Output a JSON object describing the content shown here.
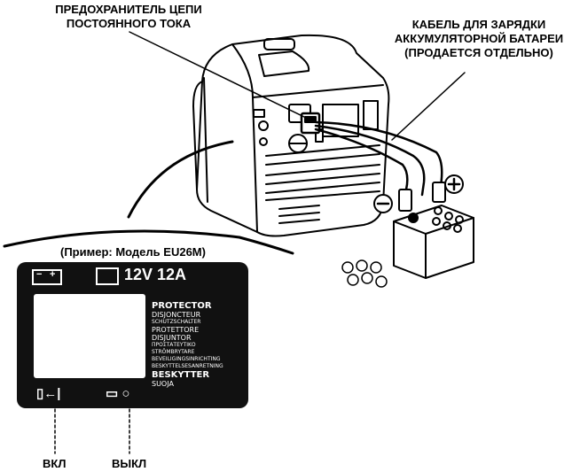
{
  "labels": {
    "dc_fuse": [
      "ПРЕДОХРАНИТЕЛЬ ЦЕПИ",
      "ПОСТОЯННОГО ТОКА"
    ],
    "charging_cable": [
      "КАБЕЛЬ ДЛЯ ЗАРЯДКИ",
      "АККУМУЛЯТОРНОЙ БАТАРЕИ",
      "(ПРОДАЕТСЯ ОТДЕЛЬНО)"
    ],
    "example_model": "(Пример: Модель EU26M)",
    "on": "ВКЛ",
    "off": "ВЫКЛ",
    "minus": "−",
    "plus": "+"
  },
  "panel": {
    "rating": "12V 12A",
    "protector_lines": [
      "PROTECTOR",
      "DISJONCTEUR",
      "SCHUTZSCHALTER",
      "PROTETTORE",
      "DISJUNTOR",
      "ΠΡΟΣΤΑΤΕΥΤΙΚΟ",
      "STRÖMBRYTARE",
      "BEVEILIGINGSINRICHTING",
      "BESKYTTELSESANRETNING",
      "BESKYTTER",
      "SUOJA"
    ]
  },
  "colors": {
    "ink": "#000000",
    "panel": "#111111",
    "paper": "#ffffff"
  }
}
